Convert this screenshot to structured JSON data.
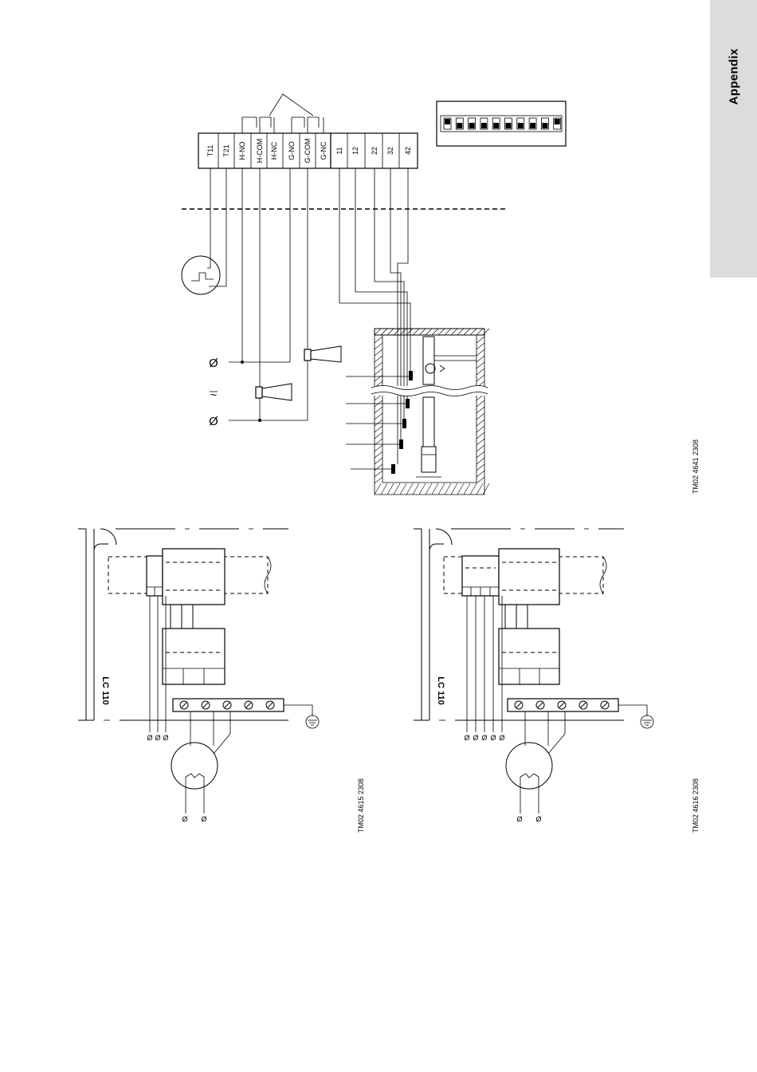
{
  "side_tab": {
    "label": "Appendix"
  },
  "diagram1": {
    "terminals": [
      "T11",
      "T21",
      "H-NO",
      "H-COM",
      "H-NC",
      "G-NO",
      "G-COM",
      "G-NC",
      "11",
      "12",
      "22",
      "32",
      "42"
    ],
    "code": "TM02 4641 2308"
  },
  "diagram2": {
    "label": "LC 110",
    "code": "TM02 4615 2308"
  },
  "diagram3": {
    "label": "LC 110",
    "code": "TM02 4616 2308"
  },
  "symbols": {
    "phase": "Ø",
    "ac": "~"
  }
}
